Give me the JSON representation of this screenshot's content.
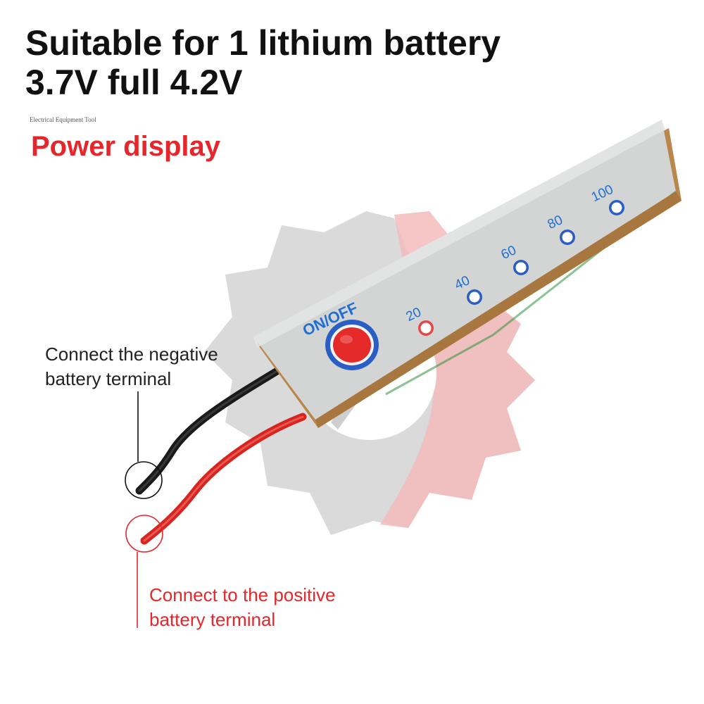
{
  "headline": {
    "line1": "Suitable for 1 lithium battery",
    "line2": "3.7V full 4.2V"
  },
  "brand": {
    "name": "Electrical Equipment Tool",
    "watermark_colors": {
      "gray": "#d4d4d4",
      "red": "#f3b4b4"
    }
  },
  "subtitle": "Power display",
  "board": {
    "button_label": "ON/OFF",
    "led_labels": [
      "20",
      "40",
      "60",
      "80",
      "100"
    ],
    "colors": {
      "pcb": "#d3d4d4",
      "edge": "#b9874c",
      "label_blue": "#1f6fd1",
      "button_red": "#e52a2a",
      "button_ring": "#2a5ec4",
      "led_20_ring": "#e54747"
    }
  },
  "callouts": {
    "negative": {
      "line1": "Connect the negative",
      "line2": "battery terminal",
      "color": "#222222"
    },
    "positive": {
      "line1": "Connect to the positive",
      "line2": "battery terminal",
      "color": "#e5262b"
    }
  },
  "wires": {
    "negative_color": "#1a1a1a",
    "positive_color": "#d8241f"
  }
}
